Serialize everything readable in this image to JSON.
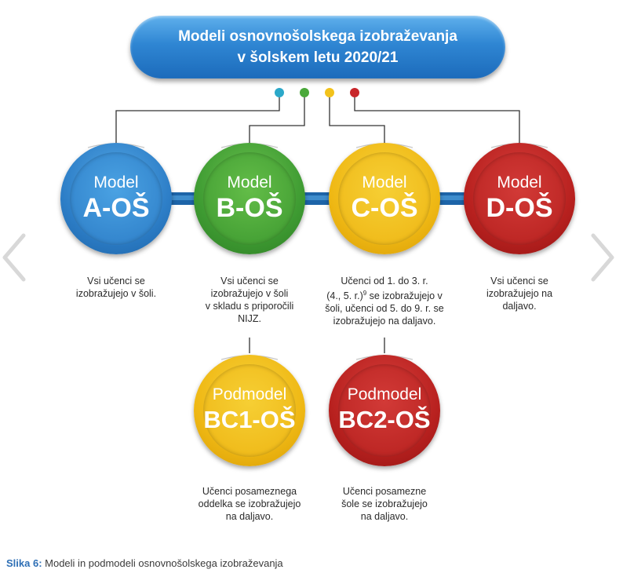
{
  "title": {
    "line1": "Modeli osnovnošolskega izobraževanja",
    "line2": "v šolskem letu 2020/21"
  },
  "models": [
    {
      "prefix": "Model",
      "code": "A-OŠ",
      "color": "#2d7ec7",
      "desc_lines": [
        "Vsi učenci se",
        "izobražujejo v šoli."
      ]
    },
    {
      "prefix": "Model",
      "code": "B-OŠ",
      "color": "#3e9b32",
      "desc_lines": [
        "Vsi učenci se",
        "izobražujejo v šoli",
        "v skladu s priporočili",
        "NIJZ."
      ]
    },
    {
      "prefix": "Model",
      "code": "C-OŠ",
      "color": "#efb814",
      "desc_lines": [
        "Učenci od 1. do 3. r.",
        "(4., 5. r.)",
        "9",
        " se izobražujejo v",
        "šoli, učenci od 5. do 9. r. se",
        "izobražujejo na daljavo."
      ]
    },
    {
      "prefix": "Model",
      "code": "D-OŠ",
      "color": "#b8211f",
      "desc_lines": [
        "Vsi učenci se",
        "izobražujejo na",
        "daljavo."
      ]
    }
  ],
  "submodels": [
    {
      "prefix": "Podmodel",
      "code": "BC1-OŠ",
      "color": "#efb814",
      "desc_lines": [
        "Učenci posameznega",
        "oddelka se izobražujejo",
        "na daljavo."
      ]
    },
    {
      "prefix": "Podmodel",
      "code": "BC2-OŠ",
      "color": "#b8211f",
      "desc_lines": [
        "Učenci posamezne",
        "šole se izobražujejo",
        "na daljavo."
      ]
    }
  ],
  "dots": [
    "#2ba8c9",
    "#4aa83a",
    "#f2c21b",
    "#c8262a"
  ],
  "nav": {
    "prev_icon": "chevron-left-icon",
    "next_icon": "chevron-right-icon"
  },
  "caption": {
    "label": "Slika 6:",
    "text": " Modeli in podmodeli osnovnošolskega izobraževanja"
  }
}
